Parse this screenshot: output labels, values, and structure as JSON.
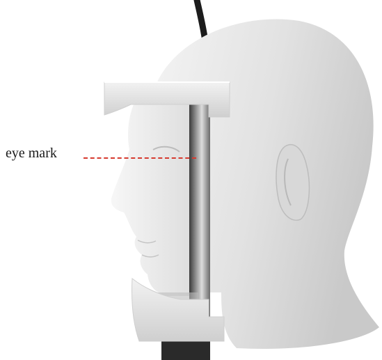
{
  "annotation": {
    "label": "eye mark",
    "line_color": "#d63a2f"
  },
  "colors": {
    "head_fill": "#e3e3e3",
    "rest_fill": "#e9e9e9",
    "cable": "#1c1c1c",
    "rod": "#5a5a5a"
  },
  "icons": [
    "head-illustration",
    "chin-rest",
    "forehead-rest",
    "headrest-cable",
    "headrest-rod"
  ]
}
